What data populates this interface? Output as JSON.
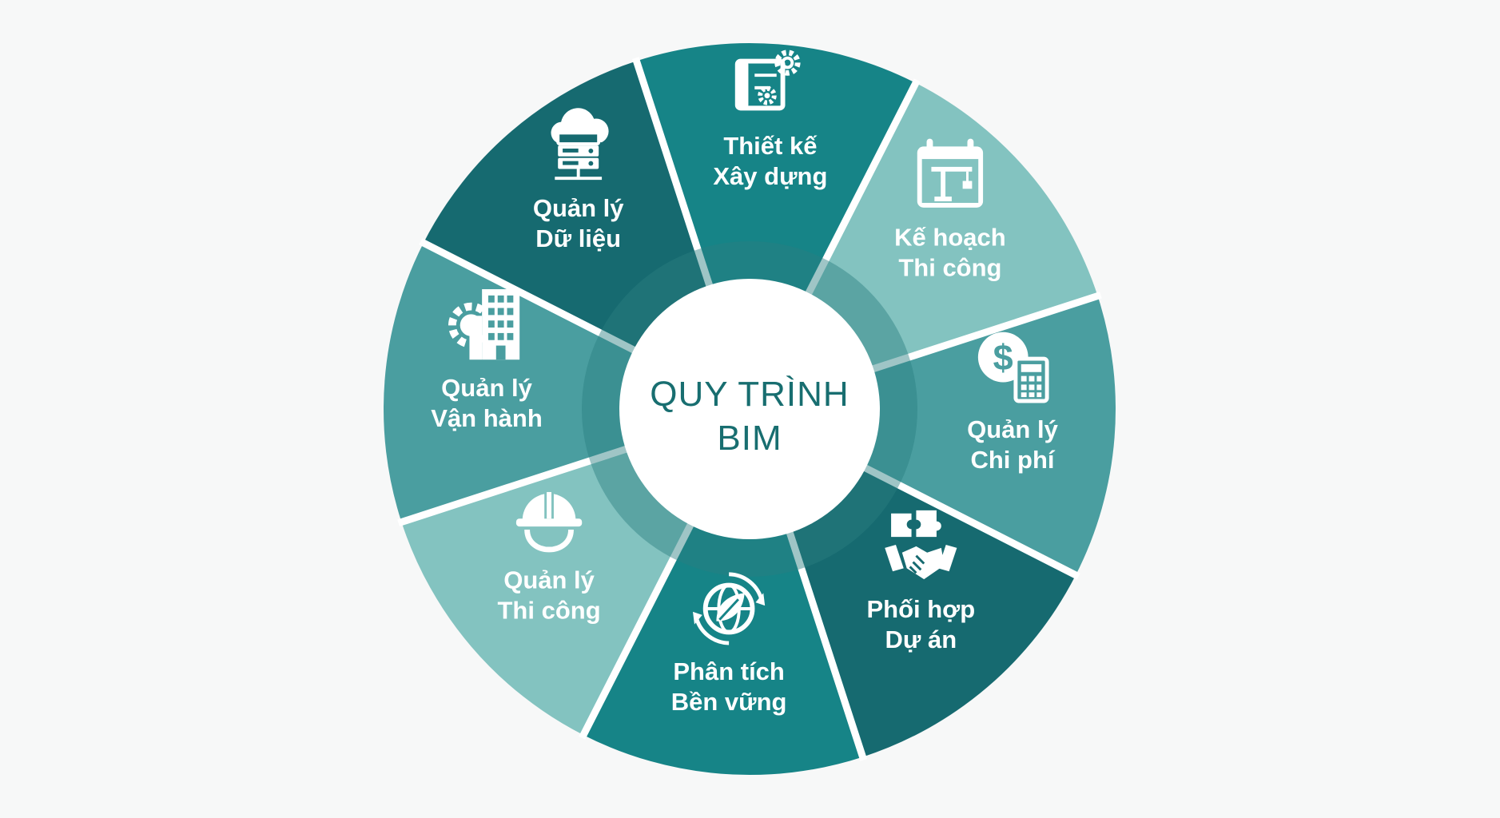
{
  "center": {
    "line1": "QUY TRÌNH",
    "line2": "BIM"
  },
  "segments": [
    {
      "line1": "Thiết kế",
      "line2": "Xây dựng",
      "icon": "blueprint-gear-icon",
      "color": "#168487"
    },
    {
      "line1": "Kế hoạch",
      "line2": "Thi công",
      "icon": "calendar-crane-icon",
      "color": "#83c3c0"
    },
    {
      "line1": "Quản lý",
      "line2": "Chi phí",
      "icon": "dollar-calculator-icon",
      "color": "#4a9ea0"
    },
    {
      "line1": "Phối hợp",
      "line2": "Dự án",
      "icon": "puzzle-handshake-icon",
      "color": "#166a70"
    },
    {
      "line1": "Phân tích",
      "line2": "Bền vững",
      "icon": "globe-leaf-cycle-icon",
      "color": "#168487"
    },
    {
      "line1": "Quản lý",
      "line2": "Thi công",
      "icon": "hard-hat-icon",
      "color": "#83c3c0"
    },
    {
      "line1": "Quản lý",
      "line2": "Vận hành",
      "icon": "building-gear-icon",
      "color": "#4a9ea0"
    },
    {
      "line1": "Quản lý",
      "line2": "Dữ liệu",
      "icon": "cloud-server-icon",
      "color": "#166a70"
    }
  ],
  "colors": {
    "background": "#f7f8f8",
    "inner_ring": "#2b7f81",
    "center_fill": "#ffffff",
    "center_text": "#186e70",
    "gap": "#ffffff"
  }
}
